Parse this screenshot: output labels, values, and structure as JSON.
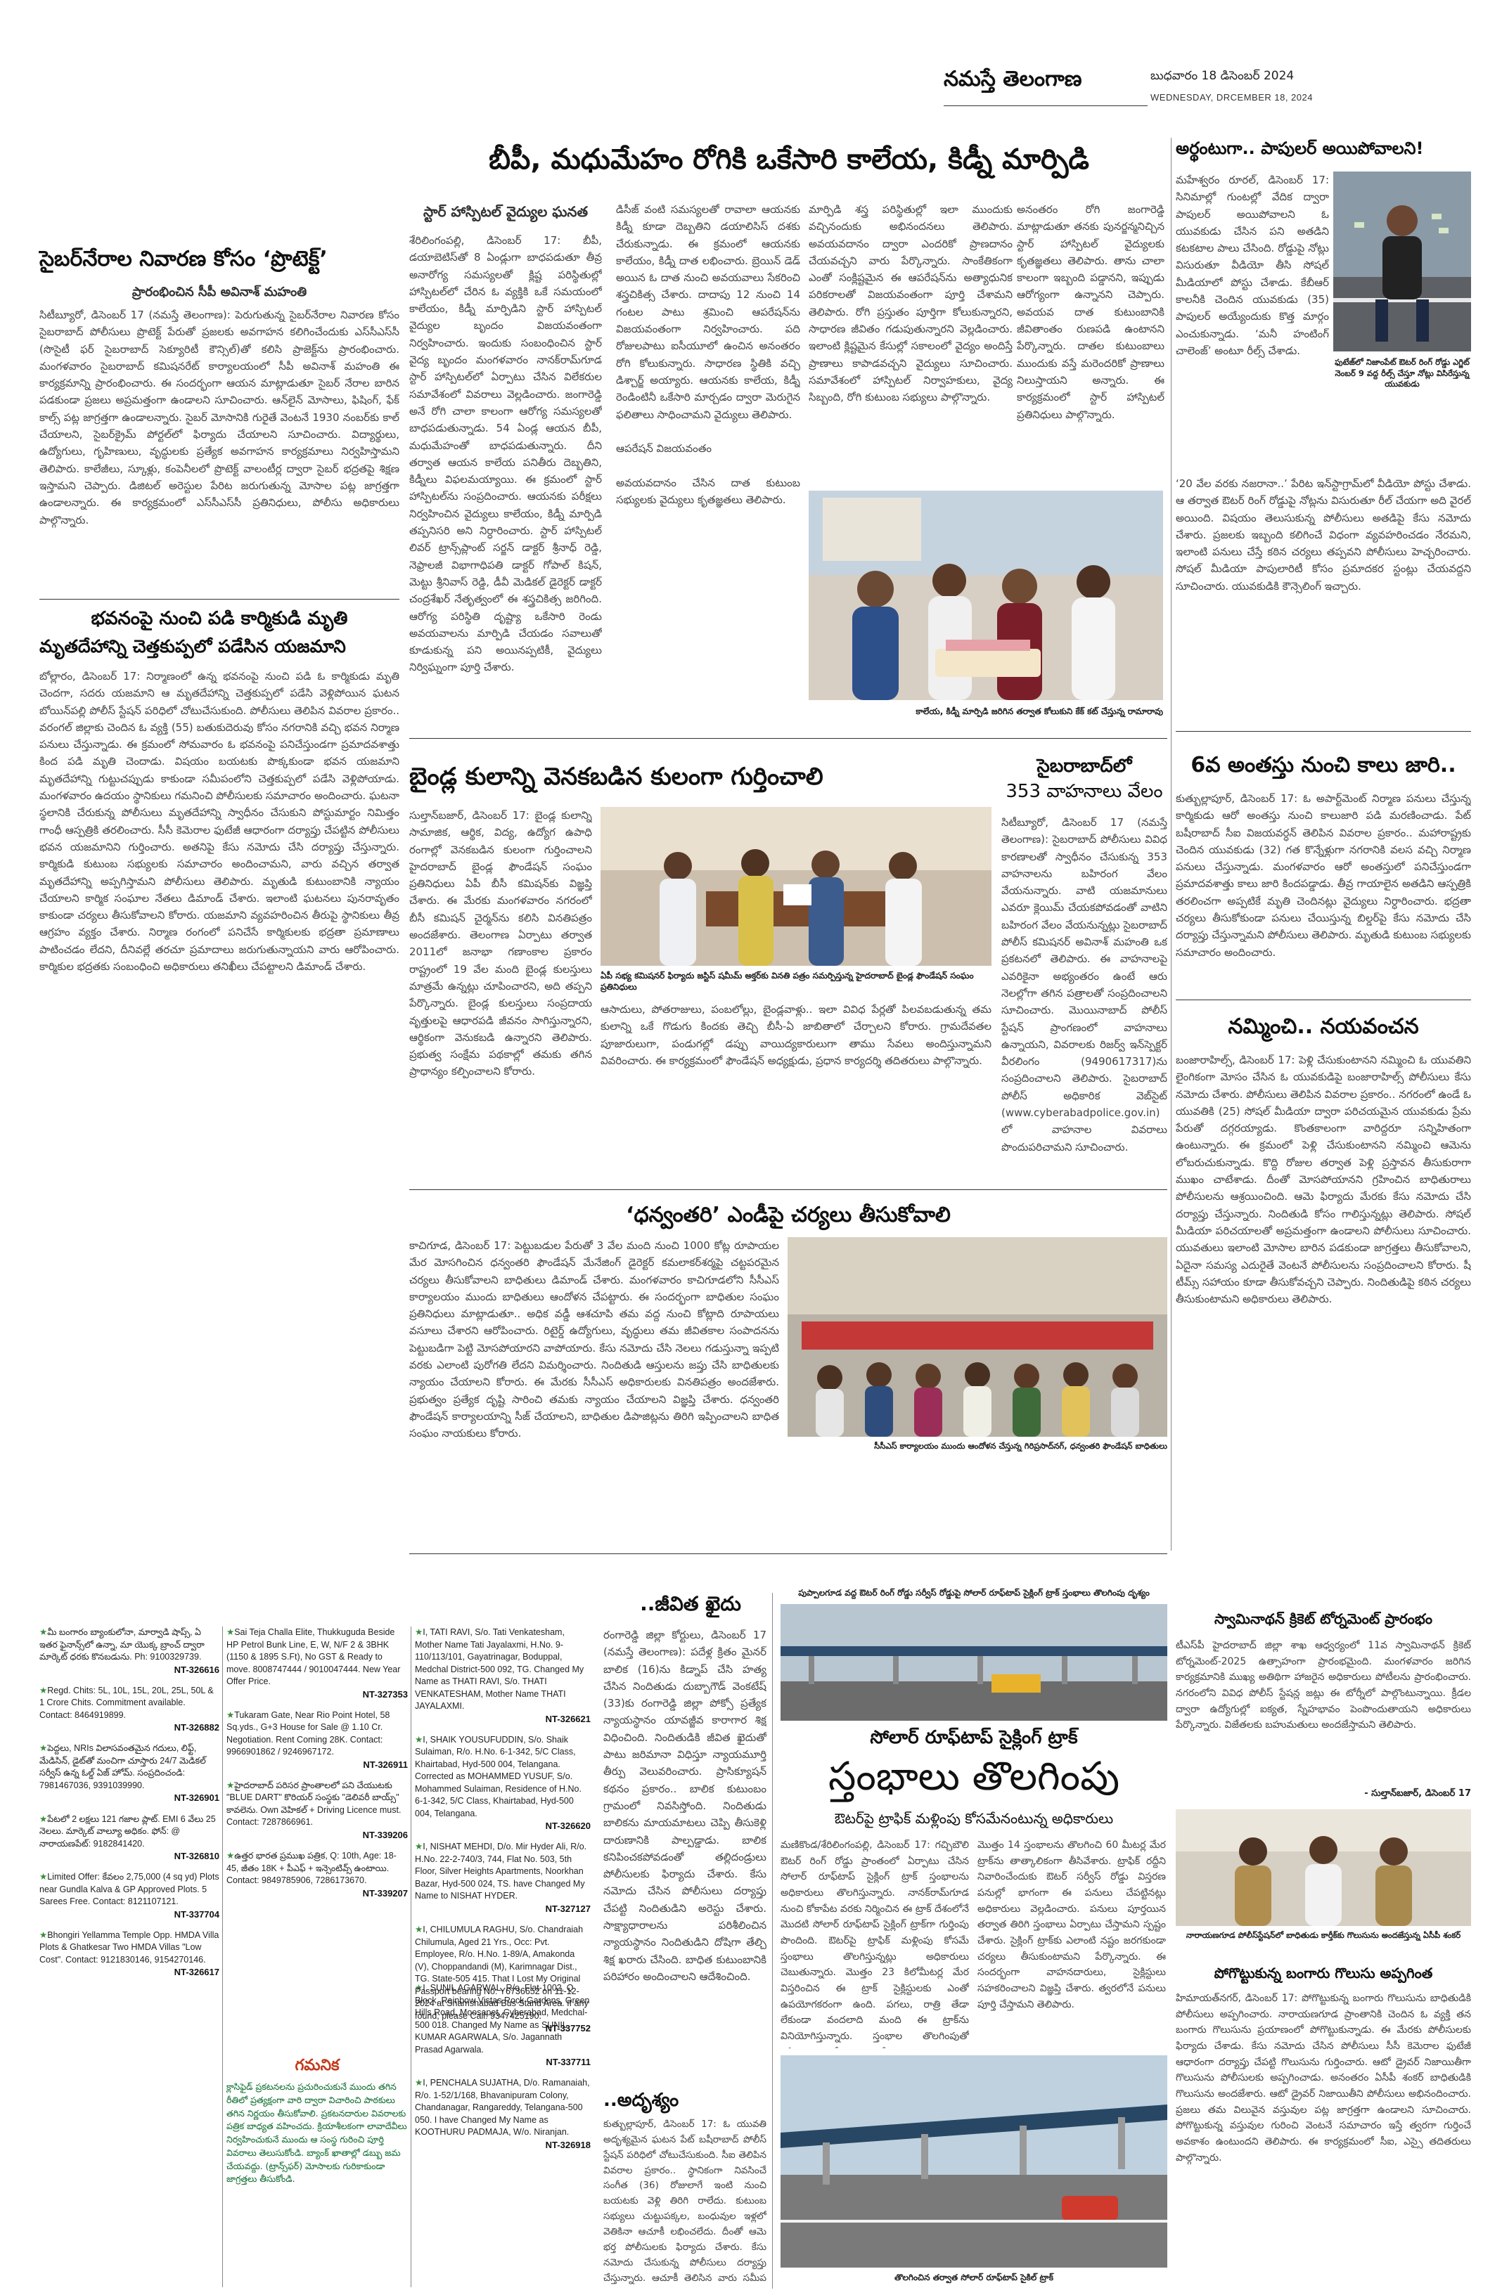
{
  "masthead": {
    "paper_name": "నమస్తే తెలంగాణ",
    "date_te": "బుధవారం 18 డిసెంబర్ 2024",
    "date_en": "WEDNESDAY, DRCEMBER  18, 2024"
  },
  "story_kidney": {
    "headline": "బీపీ, మధుమేహం రోగికి ఒకేసారి కాలేయ, కిడ్నీ మార్పిడి",
    "subhead": "స్టార్ హాస్పిటల్ వైద్యుల ఘనత",
    "body1": "శేరిలింగంపల్లి, డిసెంబర్ 17: బీపీ, డయాబెటిస్‌తో 8 ఏండ్లుగా బాధపడుతూ తీవ్ర అనారోగ్య సమస్యలతో క్లిష్ట పరిస్థితుల్లో హాస్పిటల్‌లో చేరిన ఓ వ్యక్తికి ఒకే సమయంలో కాలేయం, కిడ్నీ మార్పిడిని స్టార్ హాస్పిటల్ వైద్యుల బృందం విజయవంతంగా నిర్వహించారు. ఇందుకు సంబంధించిన స్టార్ వైద్య బృందం మంగళవారం నానక్‌రామ్‌గూడ స్టార్ హాస్పిటల్‌లో ఏర్పాటు చేసిన విలేకరుల సమావేశంలో వివరాలు వెల్లడించారు. జంగారెడ్డి అనే రోగి చాలా కాలంగా ఆరోగ్య సమస్యలతో బాధపడుతున్నాడు. 54 ఏండ్ల ఆయన బీపీ, మధుమేహంతో బాధపడుతున్నారు. దీని తర్వాత ఆయన కాలేయ పనితీరు దెబ్బతిని, కిడ్నీలు విఫలమయ్యాయి. ఈ క్రమంలో స్టార్ హాస్పిటల్‌ను సంప్రదించారు. ఆయనకు పరీక్షలు నిర్వహించిన వైద్యులు కాలేయం, కిడ్నీ మార్పిడి తప్పనిసరి అని నిర్ధారించారు. స్టార్ హాస్పిటల్ లివర్ ట్రాన్స్‌ప్లాంట్ సర్జన్ డాక్టర్ శ్రీనాధ్ రెడ్డి, నెఫ్రాలజీ విభాగాధిపతి డాక్టర్ గోపాల్ కిషన్, మెట్టు శ్రీనివాస్ రెడ్డి, డీవీ మెడికల్ డైరెక్టర్ డాక్టర్ చంద్రశేఖర్ నేతృత్వంలో ఈ శస్త్రచికిత్స జరిగింది. ఆరోగ్య పరిస్థితి దృష్ట్యా ఒకేసారి రెండు అవయవాలను మార్పిడి చేయడం సవాలుతో కూడుకున్న పని అయినప్పటికీ, వైద్యులు నిర్విఘ్నంగా పూర్తి చేశారు.",
    "body2": "డిసీజ్ వంటి సమస్యలతో రావాలా ఆయనకు కిడ్నీ కూడా దెబ్బతిని డయాలిసిస్ దశకు చేరుకున్నాడు. ఈ క్రమంలో ఆయనకు కాలేయం, కిడ్నీ దాత లభించారు. బ్రెయిన్ డెడ్ అయిన ఓ దాత నుంచి అవయవాలు సేకరించి శస్త్రచికిత్స చేశారు. దాదాపు 12 నుంచి 14 గంటల పాటు శ్రమించి ఆపరేషన్‌ను విజయవంతంగా నిర్వహించారు. పది రోజులపాటు ఐసీయూలో ఉంచిన అనంతరం రోగి కోలుకున్నారు. సాధారణ స్థితికి వచ్చి డిశ్చార్జ్ అయ్యారు. ఆయనకు కాలేయ, కిడ్నీ రెండింటినీ ఒకేసారి మార్చడం ద్వారా మెరుగైన ఫలితాలు సాధించామని వైద్యులు తెలిపారు.\n\nఆపరేషన్ విజయవంతం\n\nఅవయవదానం చేసిన దాత కుటుంబ సభ్యులకు వైద్యులు కృతజ్ఞతలు తెలిపారు.",
    "body3": "మార్పిడి శస్త్ర పరిస్థితుల్లో ఇలా ముందుకు వచ్చినందుకు అభినందనలు తెలిపారు. అవయవదానం ద్వారా ఎందరికో ప్రాణదానం చేయవచ్చని వారు పేర్కొన్నారు. సాంకేతికంగా ఎంతో సంక్లిష్టమైన ఈ ఆపరేషన్‌ను అత్యాధునిక పరికరాలతో విజయవంతంగా పూర్తి చేశామని తెలిపారు. రోగి ప్రస్తుతం పూర్తిగా కోలుకున్నారని, సాధారణ జీవితం గడుపుతున్నారని వెల్లడించారు. ఇలాంటి క్లిష్టమైన కేసుల్లో సకాలంలో వైద్యం అందిస్తే ప్రాణాలు కాపాడవచ్చని వైద్యులు సూచించారు. సమావేశంలో హాస్పిటల్ నిర్వాహకులు, వైద్య సిబ్బంది, రోగి కుటుంబ సభ్యులు పాల్గొన్నారు.",
    "body4": "అనంతరం రోగి జంగారెడ్డి మాట్లాడుతూ తనకు పునర్జన్మనిచ్చిన స్టార్ హాస్పిటల్ వైద్యులకు కృతజ్ఞతలు తెలిపారు. తాను చాలా కాలంగా ఇబ్బంది పడ్డానని, ఇప్పుడు ఆరోగ్యంగా ఉన్నానని చెప్పారు. అవయవ దాత కుటుంబానికి జీవితాంతం రుణపడి ఉంటానని పేర్కొన్నారు. దాతల కుటుంబాలు ముందుకు వస్తే మరెందరికో ప్రాణాలు నిలుస్తాయని అన్నారు. ఈ కార్యక్రమంలో స్టార్ హాస్పిటల్ ప్రతినిధులు పాల్గొన్నారు.",
    "photo_caption": "కాలేయ, కిడ్నీ మార్పిడి జరిగిన తర్వాత కోలుకుని కేక్ కట్ చేస్తున్న రామారావు"
  },
  "story_cyber": {
    "headline": "సైబర్‌నేరాల నివారణ కోసం ‘ప్రొటెక్ట్’",
    "subhead": "ప్రారంభించిన సీపీ అవినాశ్ మహంతి",
    "body": "సిటీబ్యూరో, డిసెంబర్ 17 (నమస్తే తెలంగాణ): పెరుగుతున్న సైబర్‌నేరాల నివారణ కోసం సైబరాబాద్ పోలీసులు ప్రొటెక్ట్ పేరుతో ప్రజలకు అవగాహన కలిగించేందుకు ఎస్‌సీఎస్‌సీ (సొసైటీ ఫర్ సైబరాబాద్ సెక్యూరిటీ కౌన్సిల్)తో కలిసి ప్రాజెక్ట్‌ను ప్రారంభించారు. మంగళవారం సైబరాబాద్ కమిషనరేట్ కార్యాలయంలో సీపీ అవినాశ్ మహంతి ఈ కార్యక్రమాన్ని ప్రారంభించారు. ఈ సందర్భంగా ఆయన మాట్లాడుతూ సైబర్ నేరాల బారిన పడకుండా ప్రజలు అప్రమత్తంగా ఉండాలని సూచించారు. ఆన్‌లైన్ మోసాలు, ఫిషింగ్, ఫేక్ కాల్స్ పట్ల జాగ్రత్తగా ఉండాలన్నారు. సైబర్ మోసానికి గురైతే వెంటనే 1930 నంబర్‌కు కాల్ చేయాలని, సైబర్‌క్రైమ్ పోర్టల్‌లో ఫిర్యాదు చేయాలని సూచించారు. విద్యార్థులు, ఉద్యోగులు, గృహిణులు, వృద్ధులకు ప్రత్యేక అవగాహన కార్యక్రమాలు నిర్వహిస్తామని తెలిపారు. కాలేజీలు, స్కూళ్లు, కంపెనీలలో ప్రొటెక్ట్ వాలంటీర్ల ద్వారా సైబర్ భద్రతపై శిక్షణ ఇస్తామని చెప్పారు. డిజిటల్ అరెస్టుల పేరిట జరుగుతున్న మోసాల పట్ల జాగ్రత్తగా ఉండాలన్నారు. ఈ కార్యక్రమంలో ఎస్‌సీఎస్‌సీ ప్రతినిధులు, పోలీసు అధికారులు పాల్గొన్నారు."
  },
  "story_building": {
    "headline1": "భవనంపై నుంచి పడి కార్మికుడి మృతి",
    "headline2": "మృతదేహాన్ని చెత్తకుప్పలో పడేసిన యజమాని",
    "body": "బోల్లారం, డిసెంబర్ 17: నిర్మాణంలో ఉన్న భవనంపై నుంచి పడి ఓ కార్మికుడు మృతి చెందగా, సదరు యజమాని ఆ మృతదేహాన్ని చెత్తకుప్పలో పడేసి వెళ్లిపోయిన ఘటన బోయిన్‌పల్లి పోలీస్ స్టేషన్ పరిధిలో చోటుచేసుకుంది. పోలీసులు తెలిపిన వివరాల ప్రకారం.. వరంగల్ జిల్లాకు చెందిన ఓ వ్యక్తి (55) బతుకుదెరువు కోసం నగరానికి వచ్చి భవన నిర్మాణ పనులు చేస్తున్నాడు. ఈ క్రమంలో సోమవారం ఓ భవనంపై పనిచేస్తుండగా ప్రమాదవశాత్తు కింద పడి మృతి చెందాడు. విషయం బయటకు పొక్కకుండా భవన యజమాని మృతదేహాన్ని గుట్టుచప్పుడు కాకుండా సమీపంలోని చెత్తకుప్పలో పడేసి వెళ్లిపోయాడు. మంగళవారం ఉదయం స్థానికులు గమనించి పోలీసులకు సమాచారం అందించారు. ఘటనా స్థలానికి చేరుకున్న పోలీసులు మృతదేహాన్ని స్వాధీనం చేసుకుని పోస్టుమార్టం నిమిత్తం గాంధీ ఆస్పత్రికి తరలించారు. సీసీ కెమెరాల ఫుటేజీ ఆధారంగా దర్యాప్తు చేపట్టిన పోలీసులు భవన యజమానిని గుర్తించారు. అతనిపై కేసు నమోదు చేసి దర్యాప్తు చేస్తున్నారు. కార్మికుడి కుటుంబ సభ్యులకు సమాచారం అందించామని, వారు వచ్చిన తర్వాత మృతదేహాన్ని అప్పగిస్తామని పోలీసులు తెలిపారు. మృతుడి కుటుంబానికి న్యాయం చేయాలని కార్మిక సంఘాల నేతలు డిమాండ్ చేశారు. ఇలాంటి ఘటనలు పునరావృతం కాకుండా చర్యలు తీసుకోవాలని కోరారు. యజమాని వ్యవహరించిన తీరుపై స్థానికులు తీవ్ర ఆగ్రహం వ్యక్తం చేశారు. నిర్మాణ రంగంలో పనిచేసే కార్మికులకు భద్రతా ప్రమాణాలు పాటించడం లేదని, దీనివల్లే తరచూ ప్రమాదాలు జరుగుతున్నాయని వారు ఆరోపించారు. కార్మికుల భద్రతకు సంబంధించి అధికారులు తనిఖీలు చేపట్టాలని డిమాండ్ చేశారు."
  },
  "story_popular": {
    "headline": "అర్థంటుగా.. పాపులర్ అయిపోవాలని!",
    "body": "మహేశ్వరం రూరల్, డిసెంబర్ 17: సినిమాల్లో గుంటల్లో వేదిక ద్వారా పాపులర్ అయిపోవాలని ఓ యువకుడు చేసిన పని అతడిని కటకటాల పాలు చేసింది. రోడ్డుపై నోట్లు విసురుతూ వీడియో తీసి సోషల్ మీడియాలో పోస్టు చేశాడు. కేబీఆర్ కాలనీకి చెందిన యువకుడు (35) పాపులర్ అయ్యేందుకు కొత్త మార్గం ఎంచుకున్నాడు. ‘మనీ హంటింగ్ చాలెంజ్’ అంటూ రీల్స్ చేశాడు.",
    "body2": "‘20 వేల వరకు నజరానా..’ పేరిట ఇన్‌స్టాగ్రామ్‌లో వీడియో పోస్టు చేశాడు. ఆ తర్వాత ఔటర్ రింగ్ రోడ్డుపై నోట్లను విసురుతూ రీల్ చేయగా అది వైరల్ అయింది. విషయం తెలుసుకున్న పోలీసులు అతడిపై కేసు నమోదు చేశారు. ప్రజలకు ఇబ్బంది కలిగించే విధంగా వ్యవహరించడం నేరమని, ఇలాంటి పనులు చేస్తే కఠిన చర్యలు తప్పవని పోలీసులు హెచ్చరించారు. సోషల్ మీడియా పాపులారిటీ కోసం ప్రమాదకర స్టంట్లు చేయవద్దని సూచించారు. యువకుడికి కౌన్సెలింగ్ ఇచ్చారు.",
    "photo_caption": "ఫుటేజ్‌లో నిజాంపేట్ ఔటర్ రింగ్ రోడ్డు ఎగ్జిట్ నెంబర్ 9 వద్ద రీల్స్ చేస్తూ నోట్లు విసిరేస్తున్న యువకుడు"
  },
  "story_sixth_floor": {
    "headline": "6వ అంతస్తు నుంచి కాలు జారి..",
    "body": "కుత్బుల్లాపూర్, డిసెంబర్ 17: ఓ అపార్ట్‌మెంట్ నిర్మాణ పనులు చేస్తున్న కార్మికుడు ఆరో అంతస్తు నుంచి కాలుజారి పడి మరణించాడు. పేట్ బషీరాబాద్ సీఐ విజయవర్ధన్ తెలిపిన వివరాల ప్రకారం.. మహారాష్ట్రకు చెందిన యువకుడు (32) గత కొన్నేళ్లుగా నగరానికి వలస వచ్చి నిర్మాణ పనులు చేస్తున్నాడు. మంగళవారం ఆరో అంతస్తులో పనిచేస్తుండగా ప్రమాదవశాత్తు కాలు జారి కిందపడ్డాడు. తీవ్ర గాయాలైన అతడిని ఆస్పత్రికి తరలించగా అప్పటికే మృతి చెందినట్లు వైద్యులు నిర్ధారించారు. భద్రతా చర్యలు తీసుకోకుండా పనులు చేయిస్తున్న బిల్డర్‌పై కేసు నమోదు చేసి దర్యాప్తు చేస్తున్నామని పోలీసులు తెలిపారు. మృతుడి కుటుంబ సభ్యులకు సమాచారం అందించారు."
  },
  "story_trust": {
    "headline": "నమ్మించి.. నయవంచన",
    "body": "బంజారాహిల్స్, డిసెంబర్ 17: పెళ్లి చేసుకుంటానని నమ్మించి ఓ యువతిని లైంగికంగా మోసం చేసిన ఓ యువకుడిపై బంజారాహిల్స్ పోలీసులు కేసు నమోదు చేశారు. పోలీసులు తెలిపిన వివరాల ప్రకారం.. నగరంలో ఉండే ఓ యువతికి (25) సోషల్ మీడియా ద్వారా పరిచయమైన యువకుడు ప్రేమ పేరుతో దగ్గరయ్యాడు. కొంతకాలంగా వారిద్దరూ సన్నిహితంగా ఉంటున్నారు. ఈ క్రమంలో పెళ్లి చేసుకుంటానని నమ్మించి ఆమెను లోబరుచుకున్నాడు. కొద్ది రోజుల తర్వాత పెళ్లి ప్రస్తావన తీసుకురాగా ముఖం చాటేశాడు. దీంతో మోసపోయానని గ్రహించిన బాధితురాలు పోలీసులను ఆశ్రయించింది. ఆమె ఫిర్యాదు మేరకు కేసు నమోదు చేసి దర్యాప్తు చేస్తున్నారు. నిందితుడి కోసం గాలిస్తున్నట్లు తెలిపారు. సోషల్ మీడియా పరిచయాలతో అప్రమత్తంగా ఉండాలని పోలీసులు సూచించారు. యువతులు ఇలాంటి మోసాల బారిన పడకుండా జాగ్రత్తలు తీసుకోవాలని, ఏదైనా సమస్య ఎదురైతే వెంటనే పోలీసులను సంప్రదించాలని కోరారు. షీ టీమ్స్ సహాయం కూడా తీసుకోవచ్చని చెప్పారు. నిందితుడిపై కఠిన చర్యలు తీసుకుంటామని అధికారులు తెలిపారు."
  },
  "story_bc": {
    "headline": "బైండ్ల కులాన్ని వెనకబడిన కులంగా గుర్తించాలి",
    "body": "సుల్తాన్‌బజార్, డిసెంబర్ 17: బైండ్ల కులాన్ని సామాజిక, ఆర్థిక, విద్య, ఉద్యోగ ఉపాధి రంగాల్లో వెనకబడిన కులంగా గుర్తించాలని హైదరాబాద్ బైండ్ల ఫౌండేషన్ సంఘం ప్రతినిధులు ఏపీ బీసీ కమిషన్‌కు విజ్ఞప్తి చేశారు. ఈ మేరకు మంగళవారం నగరంలో బీసీ కమిషన్ చైర్మన్‌ను కలిసి వినతిపత్రం అందజేశారు. తెలంగాణ ఏర్పాటు తర్వాత 2011లో జనాభా గణాంకాల ప్రకారం రాష్ట్రంలో 19 వేల మంది బైండ్ల కులస్తులు మాత్రమే ఉన్నట్లు చూపించారని, అది తప్పని పేర్కొన్నారు. బైండ్ల కులస్తులు సంప్రదాయ వృత్తులపై ఆధారపడి జీవనం సాగిస్తున్నారని, ఆర్థికంగా వెనుకబడి ఉన్నారని తెలిపారు. ప్రభుత్వ సంక్షేమ పథకాల్లో తమకు తగిన ప్రాధాన్యం కల్పించాలని కోరారు.",
    "body2": "ఆసాదులు, పోతరాజులు, పంబలోల్లు, బైండ్లవాళ్లు.. ఇలా వివిధ పేర్లతో పిలవబడుతున్న తమ కులాన్ని ఒకే గొడుగు కిందకు తెచ్చి బీసీ-ఏ జాబితాలో చేర్చాలని కోరారు. గ్రామదేవతల పూజారులుగా, పండుగల్లో డప్పు వాయిద్యకారులుగా తాము సేవలు అందిస్తున్నామని వివరించారు. ఈ కార్యక్రమంలో ఫౌండేషన్ అధ్యక్షుడు, ప్రధాన కార్యదర్శి తదితరులు పాల్గొన్నారు.",
    "photo_caption": "ఏపీ సభ్య కమిషనర్ ఫిర్యాదు జస్టిస్ షమీమ్ అక్తర్‌కు వినతి పత్రం సమర్పిస్తున్న హైదరాబాద్ బైండ్ల ఫౌండేషన్ సంఘం ప్రతినిధులు"
  },
  "story_vehicles": {
    "headline1": "సైబరాబాద్‌లో",
    "headline2": "353 వాహనాలు వేలం",
    "body": "సిటీబ్యూరో, డిసెంబర్ 17 (నమస్తే తెలంగాణ): సైబరాబాద్ పోలీసులు వివిధ కారణాలతో స్వాధీనం చేసుకున్న 353 వాహనాలను బహిరంగ వేలం వేయనున్నారు. వాటి యజమానులు ఎవరూ క్లెయిమ్ చేయకపోవడంతో వాటిని బహిరంగ వేలం వేయనున్నట్లు సైబరాబాద్ పోలీస్ కమిషనర్ అవినాశ్ మహంతి ఒక ప్రకటనలో తెలిపారు. ఈ వాహనాలపై ఎవరికైనా అభ్యంతరం ఉంటే ఆరు నెలల్లోగా తగిన పత్రాలతో సంప్రదించాలని సూచించారు. మొయినాబాద్ పోలీస్ స్టేషన్ ప్రాంగణంలో వాహనాలు ఉన్నాయని, వివరాలకు రిజర్వ్ ఇన్‌స్పెక్టర్ వీరలింగం (9490617317)ను సంప్రదించాలని తెలిపారు. సైబరాబాద్ పోలీస్ అధికారిక వెబ్‌సైట్ (www.cyberabadpolice.gov.in)లో వాహనాల వివరాలు పొందుపరిచామని సూచించారు."
  },
  "story_dhanvantari": {
    "headline": "‘ధన్వంతరి’ ఎండీపై చర్యలు తీసుకోవాలి",
    "body": "కాచిగూడ, డిసెంబర్ 17: పెట్టుబడుల పేరుతో 3 వేల మంది నుంచి 1000 కోట్ల రూపాయల మేర మోసగించిన ధన్వంతరి ఫౌండేషన్ మేనేజింగ్ డైరెక్టర్ కమలాకర్‌శర్మపై చట్టపరమైన చర్యలు తీసుకోవాలని బాధితులు డిమాండ్ చేశారు. మంగళవారం కాచిగూడలోని సీసీఎస్ కార్యాలయం ముందు బాధితులు ఆందోళన చేపట్టారు. ఈ సందర్భంగా బాధితుల సంఘం ప్రతినిధులు మాట్లాడుతూ.. అధిక వడ్డీ ఆశచూపి తమ వద్ద నుంచి కోట్లాది రూపాయలు వసూలు చేశారని ఆరోపించారు. రిటైర్డ్ ఉద్యోగులు, వృద్ధులు తమ జీవితకాల సంపాదనను పెట్టుబడిగా పెట్టి మోసపోయారని వాపోయారు. కేసు నమోదు చేసి నెలలు గడుస్తున్నా ఇప్పటి వరకు ఎలాంటి పురోగతి లేదని విమర్శించారు. నిందితుడి ఆస్తులను జప్తు చేసి బాధితులకు న్యాయం చేయాలని కోరారు. ఈ మేరకు సీసీఎస్ అధికారులకు వినతిపత్రం అందజేశారు. ప్రభుత్వం ప్రత్యేక దృష్టి సారించి తమకు న్యాయం చేయాలని విజ్ఞప్తి చేశారు. ధన్వంతరి ఫౌండేషన్ కార్యాలయాన్ని సీజ్ చేయాలని, బాధితుల డిపాజిట్లను తిరిగి ఇప్పించాలని బాధిత సంఘం నాయకులు కోరారు.",
    "photo_caption": "సీసీఎస్ కార్యాలయం ముందు ఆందోళన చేస్తున్న గిరిప్రసాద్‌నగ్, ధన్వంతరి ఫౌండేషన్ బాధితులు"
  },
  "story_life": {
    "headline": "..జీవిత ఖైదు",
    "body": "రంగారెడ్డి జిల్లా కోర్టులు, డిసెంబర్ 17 (నమస్తే తెలంగాణ): పదేళ్ల క్రితం మైనర్ బాలిక (16)ను కిడ్నాప్ చేసి హత్య చేసిన నిందితుడు దుబ్బాగౌడ్ వెంకటేష్ (33)కు రంగారెడ్డి జిల్లా పోక్సో ప్రత్యేక న్యాయస్థానం యావజ్జీవ కారాగార శిక్ష విధించింది. నిందితుడికి జీవిత ఖైదుతో పాటు జరిమానా విధిస్తూ న్యాయమూర్తి తీర్పు వెలువరించారు. ప్రాసిక్యూషన్ కథనం ప్రకారం.. బాలిక కుటుంబం గ్రామంలో నివసిస్తోంది. నిందితుడు బాలికను మాయమాటలు చెప్పి తీసుకెళ్లి దారుణానికి పాల్పడ్డాడు. బాలిక కనిపించకపోవడంతో తల్లిదండ్రులు పోలీసులకు ఫిర్యాదు చేశారు. కేసు నమోదు చేసిన పోలీసులు దర్యాప్తు చేపట్టి నిందితుడిని అరెస్టు చేశారు. సాక్ష్యాధారాలను పరిశీలించిన న్యాయస్థానం నిందితుడిని దోషిగా తేల్చి శిక్ష ఖరారు చేసింది. బాధిత కుటుంబానికి పరిహారం అందించాలని ఆదేశించింది."
  },
  "story_fortune": {
    "headline": "..అదృశ్యం",
    "body": "కుత్బుల్లాపూర్, డిసెంబర్ 17: ఓ యువతి అదృశ్యమైన ఘటన పేట్ బషీరాబాద్ పోలీస్ స్టేషన్ పరిధిలో చోటుచేసుకుంది. సీఐ తెలిపిన వివరాల ప్రకారం.. స్థానికంగా నివసించే సంగీత (36) రోజులాగే ఇంటి నుంచి బయటకు వెళ్లి తిరిగి రాలేదు. కుటుంబ సభ్యులు చుట్టుపక్కల, బంధువుల ఇళ్లలో వెతికినా ఆచూకీ లభించలేదు. దీంతో ఆమె భర్త పోలీసులకు ఫిర్యాదు చేశారు. కేసు నమోదు చేసుకున్న పోలీసులు దర్యాప్తు చేస్తున్నారు. ఆచూకీ తెలిసిన వారు సమీప పోలీస్ స్టేషన్‌లో సమాచారం ఇవ్వాలని కోరారు. అలాగే మరో ఘటనలో ఓ యువకుడు అదృశ్యమయ్యాడు. అతడి కోసం గాలింపు చర్యలు చేపట్టినట్లు పోలీసులు తెలిపారు."
  },
  "story_solar": {
    "kicker": "పుప్పాలగూడ వద్ద ఔటర్ రింగ్ రోడ్డు సర్వీస్ రోడ్డుపై సోలార్ రూఫ్‌టాప్ సైక్లింగ్ ట్రాక్ స్తంభాలు తొలగింపు దృశ్యం",
    "headline1": "సోలార్ రూఫ్‌టాప్ సైక్లింగ్ ట్రాక్",
    "headline2": "స్తంభాలు తొలగింపు",
    "subhead": "ఔటర్‌పై ట్రాఫిక్ మళ్లింపు కోసమేనంటున్న అధికారులు",
    "body": "మణికొండ/శేరిలింగంపల్లి, డిసెంబర్ 17: గచ్చిబౌలి ఔటర్ రింగ్ రోడ్డు ప్రాంతంలో ఏర్పాటు చేసిన సోలార్ రూఫ్‌టాప్ సైక్లింగ్ ట్రాక్ స్తంభాలను అధికారులు తొలగిస్తున్నారు. నానక్‌రామ్‌గూడ నుంచి కోకాపేట వరకు నిర్మించిన ఈ ట్రాక్ దేశంలోనే మొదటి సోలార్ రూఫ్‌టాప్ సైక్లింగ్ ట్రాక్‌గా గుర్తింపు పొందింది. ఔటర్‌పై ట్రాఫిక్ మళ్లింపు కోసమే స్తంభాలు తొలగిస్తున్నట్లు అధికారులు చెబుతున్నారు. మొత్తం 23 కిలోమీటర్ల మేర విస్తరించిన ఈ ట్రాక్ సైక్లిస్టులకు ఎంతో ఉపయోగకరంగా ఉంది. పగలు, రాత్రి తేడా లేకుండా వందలాది మంది ఈ ట్రాక్‌ను వినియోగిస్తున్నారు. స్తంభాల తొలగింపుతో సైక్లిస్టులు ఆందోళన వ్యక్తం చేస్తున్నారు.",
    "body2": "మొత్తం 14 స్తంభాలను తొలగించి 60 మీటర్ల మేర ట్రాక్‌ను తాత్కాలికంగా తీసివేశారు. ట్రాఫిక్ రద్దీని నివారించేందుకు ఔటర్ సర్వీస్ రోడ్డు విస్తరణ పనుల్లో భాగంగా ఈ పనులు చేపట్టినట్లు అధికారులు వెల్లడించారు. పనులు పూర్తయిన తర్వాత తిరిగి స్తంభాలు ఏర్పాటు చేస్తామని స్పష్టం చేశారు. సైక్లింగ్ ట్రాక్‌కు ఎలాంటి నష్టం జరగకుండా చర్యలు తీసుకుంటామని పేర్కొన్నారు. ఈ సందర్భంగా వాహనదారులు, సైక్లిస్టులు సహకరించాలని విజ్ఞప్తి చేశారు. త్వరలోనే పనులు పూర్తి చేస్తామని తెలిపారు.",
    "photo_caption": "తొలగించిన తర్వాత సోలార్ రూఫ్‌టాప్ సైకిల్ ట్రాక్"
  },
  "story_cricket": {
    "headline": "స్వామినాథన్ క్రికెట్ టోర్నమెంట్ ప్రారంభం",
    "body": "టీఎస్‌పీ హైదరాబాద్ జిల్లా శాఖ ఆధ్వర్యంలో 11వ స్వామినాథన్ క్రికెట్ టోర్నమెంట్-2025 ఉత్సాహంగా ప్రారంభమైంది. మంగళవారం జరిగిన కార్యక్రమానికి ముఖ్య అతిథిగా హాజరైన అధికారులు పోటీలను ప్రారంభించారు. నగరంలోని వివిధ పోలీస్ స్టేషన్ల జట్లు ఈ టోర్నీలో పాల్గొంటున్నాయి. క్రీడల ద్వారా ఉద్యోగుల్లో ఐక్యత, స్నేహభావం పెంపొందుతాయని అధికారులు పేర్కొన్నారు. విజేతలకు బహుమతులు అందజేస్తామని తెలిపారు.",
    "byline": "- సుల్తాన్‌బజార్, డిసెంబర్ 17"
  },
  "story_gold": {
    "photo_caption": "నారాయణగూడ పోలీస్‌స్టేషన్‌లో బాధితుడు కార్తీక్‌కు గొలుసును అందజేస్తున్న ఏసీపీ శంకర్",
    "headline": "పోగొట్టుకున్న బంగారు గొలుసు అప్పగింత",
    "body": "హిమాయత్‌నగర్, డిసెంబర్ 17: పోగొట్టుకున్న బంగారు గొలుసును బాధితుడికి పోలీసులు అప్పగించారు. నారాయణగూడ ప్రాంతానికి చెందిన ఓ వ్యక్తి తన బంగారు గొలుసును ప్రయాణంలో పోగొట్టుకున్నాడు. ఈ మేరకు పోలీసులకు ఫిర్యాదు చేశాడు. కేసు నమోదు చేసిన పోలీసులు సీసీ కెమెరాల ఫుటేజీ ఆధారంగా దర్యాప్తు చేపట్టి గొలుసును గుర్తించారు. ఆటో డ్రైవర్ నిజాయితీగా గొలుసును పోలీసులకు అప్పగించాడు. అనంతరం ఏసీపీ శంకర్ బాధితుడికి గొలుసును అందజేశారు. ఆటో డ్రైవర్ నిజాయితీని పోలీసులు అభినందించారు. ప్రజలు తమ విలువైన వస్తువుల పట్ల జాగ్రత్తగా ఉండాలని సూచించారు. పోగొట్టుకున్న వస్తువుల గురించి వెంటనే సమాచారం ఇస్తే త్వరగా గుర్తించే అవకాశం ఉంటుందని తెలిపారు. ఈ కార్యక్రమంలో సీఐ, ఎస్సై తదితరులు పాల్గొన్నారు."
  },
  "classifieds": {
    "col1": [
      {
        "text": "మీ బంగారం బ్యాంకులోనా, మార్వాడి షాప్స్, ఏ ఇతర ఫైనాన్స్‌లో ఉన్నా, మా యొక్క బ్రాంచ్ ద్వారా మార్కెట్ ధరకు కొనబడును. Ph: 9100329739.",
        "code": "NT-326616"
      },
      {
        "text": "Regd. Chits: 5L, 10L, 15L, 20L, 25L, 50L & 1 Crore Chits. Commitment available. Contact: 8464919899.",
        "code": "NT-326882"
      },
      {
        "text": "పెద్దలు, NRIs విలాసవంతమైన గదులు, లిఫ్ట్, మేడిసిన్, డైట్‌తో మంచిగా చూస్తారు 24/7 మెడికల్ సర్వీస్ ఉన్న ఓల్డ్ ఏజ్ హోమ్. సంప్రదించండి: 7981467036, 9391039990.",
        "code": "NT-326901"
      },
      {
        "text": "పేటలో 2 లక్షలు 121 గజాల ప్లాట్. EMI 6 వేలు 25 నెలలు. మార్కెట్ వాల్యూ అధికం. ఫోన్: @ నారాయణపేట్: 9182841420.",
        "code": "NT-326810"
      },
      {
        "text": "Limited Offer: కేవలం 2,75,000 (4 sq yd) Plots near Gundla Kalva & GP Approved Plots. 5 Sarees Free. Contact: 8121107121.",
        "code": "NT-337704"
      },
      {
        "text": "Bhongiri Yellamma Temple Opp. HMDA Villa Plots & Ghatkesar Two HMDA Villas \"Low Cost\". Contact: 9121830146, 9154270146.",
        "code": "NT-326617"
      }
    ],
    "col2": [
      {
        "text": "Sai Teja Challa Elite, Thukkuguda Beside HP Petrol Bunk Line, E, W, N/F 2 & 3BHK (1150 & 1895 S.Ft), No GST & Ready to move. 8008747444 / 9010047444. New Year Offer Price.",
        "code": "NT-327353"
      },
      {
        "text": "Tukaram Gate, Near Rio Point Hotel, 58 Sq.yds., G+3 House for Sale @ 1.10 Cr. Negotiation. Rent Coming 28K. Contact: 9966901862 / 9246967172.",
        "code": "NT-326911"
      },
      {
        "text": "హైదరాబాద్ పరిసర ప్రాంతాలలో పని చేయుటకు \"BLUE DART\" కొరియర్ సంస్థకు \"డెలివరీ బాయ్స్\" కావలెను. Own వెహికల్ + Driving Licence must. Contact: 7287866961.",
        "code": "NT-339206"
      },
      {
        "text": "ఉత్తర భారత ప్రముఖ పత్రిక, Q: 10th, Age: 18-45, జీతం 18K + పీఎఫ్ + ఇన్సెంటివ్స్ ఉంటాయి. Contact: 9849785906, 7286173670.",
        "code": "NT-339207"
      }
    ],
    "col3": [
      {
        "text": "I, TATI RAVI, S/o. Tati Venkatesham, Mother Name Tati Jayalaxmi, H.No. 9-110/113/101, Gayatrinagar, Boduppal, Medchal District-500 092, TG. Changed My Name as THATI RAVI, S/o. THATI VENKATESHAM, Mother Name THATI JAYALAXMI.",
        "code": "NT-326621"
      },
      {
        "text": "I, SHAIK YOUSUFUDDIN, S/o. Shaik Sulaiman, R/o. H.No. 6-1-342, 5/C Class, Khairtabad, Hyd-500 004, Telangana. Corrected as MOHAMMED YUSUF, S/o. Mohammed Sulaiman, Residence of H.No. 6-1-342, 5/C Class, Khairtabad, Hyd-500 004, Telangana.",
        "code": "NT-326620"
      },
      {
        "text": "I, NISHAT MEHDI, D/o. Mir Hyder Ali, R/o. H.No. 22-2-740/3, 744, Flat No. 503, 5th Floor, Silver Heights Apartments, Noorkhan Bazar, Hyd-500 024, TS. have Changed My Name to NISHAT HYDER.",
        "code": "NT-327127"
      },
      {
        "text": "I, CHILUMULA RAGHU, S/o. Chandraiah Chilumula, Aged 21 Yrs., Occ: Pvt. Employee, R/o. H.No. 1-89/A, Amakonda (V), Choppandandi (M), Karimnagar Dist., TG. State-505 415. That I Lost My Original Passport bearing No: Y6736652 on 11-12-2024 at Shamshabad Bus Stand Area. If any found, please Call: 9347425190.",
        "code": "NT-337752"
      }
    ],
    "col2b": [
      {
        "text": "I, SUNIL AGARWAL, R/o. Flat-1002, Q Block, Rainbow Vistas Rock Gardens, Green Hills Road, Moosapet, Cyberabad, Medchal-500 018. Changed My Name as SUNIL KUMAR AGARWALA, S/o. Jagannath Prasad Agarwala.",
        "code": "NT-337711"
      },
      {
        "text": "I, PENCHALA SUJATHA, D/o. Ramanaiah, R/o. 1-52/1/168, Bhavanipuram Colony, Chandanagar, Rangareddy, Telangana-500 050. I have Changed My Name as KOOTHURU PADMAJA, W/o. Niranjan.",
        "code": "NT-326918"
      }
    ],
    "notice_title": "గమనిక",
    "notice_body": "క్లాసిఫైడ్ ప్రకటనలను ప్రచురించుకునే ముందు తగిన రీతిలో ప్రత్యక్షంగా వారి ద్వారా విచారించి పాఠకులు తగిన నిర్ణయం తీసుకోవాలి. ప్రకటనదారుల వివరాలకు పత్రిక బాధ్యత వహించదు. క్రియాశీలకంగా లావాదేవీలు నిర్వహించుకునే ముందు ఆ సంస్థ గురించి పూర్తి వివరాలు తెలుసుకోండి. బ్యాంక్ ఖాతాల్లో డబ్బు జమ చేయవద్దు. (ట్రాన్స్‌ఫర్) మోసాలకు గురికాకుండా జాగ్రత్తలు తీసుకోండి."
  }
}
